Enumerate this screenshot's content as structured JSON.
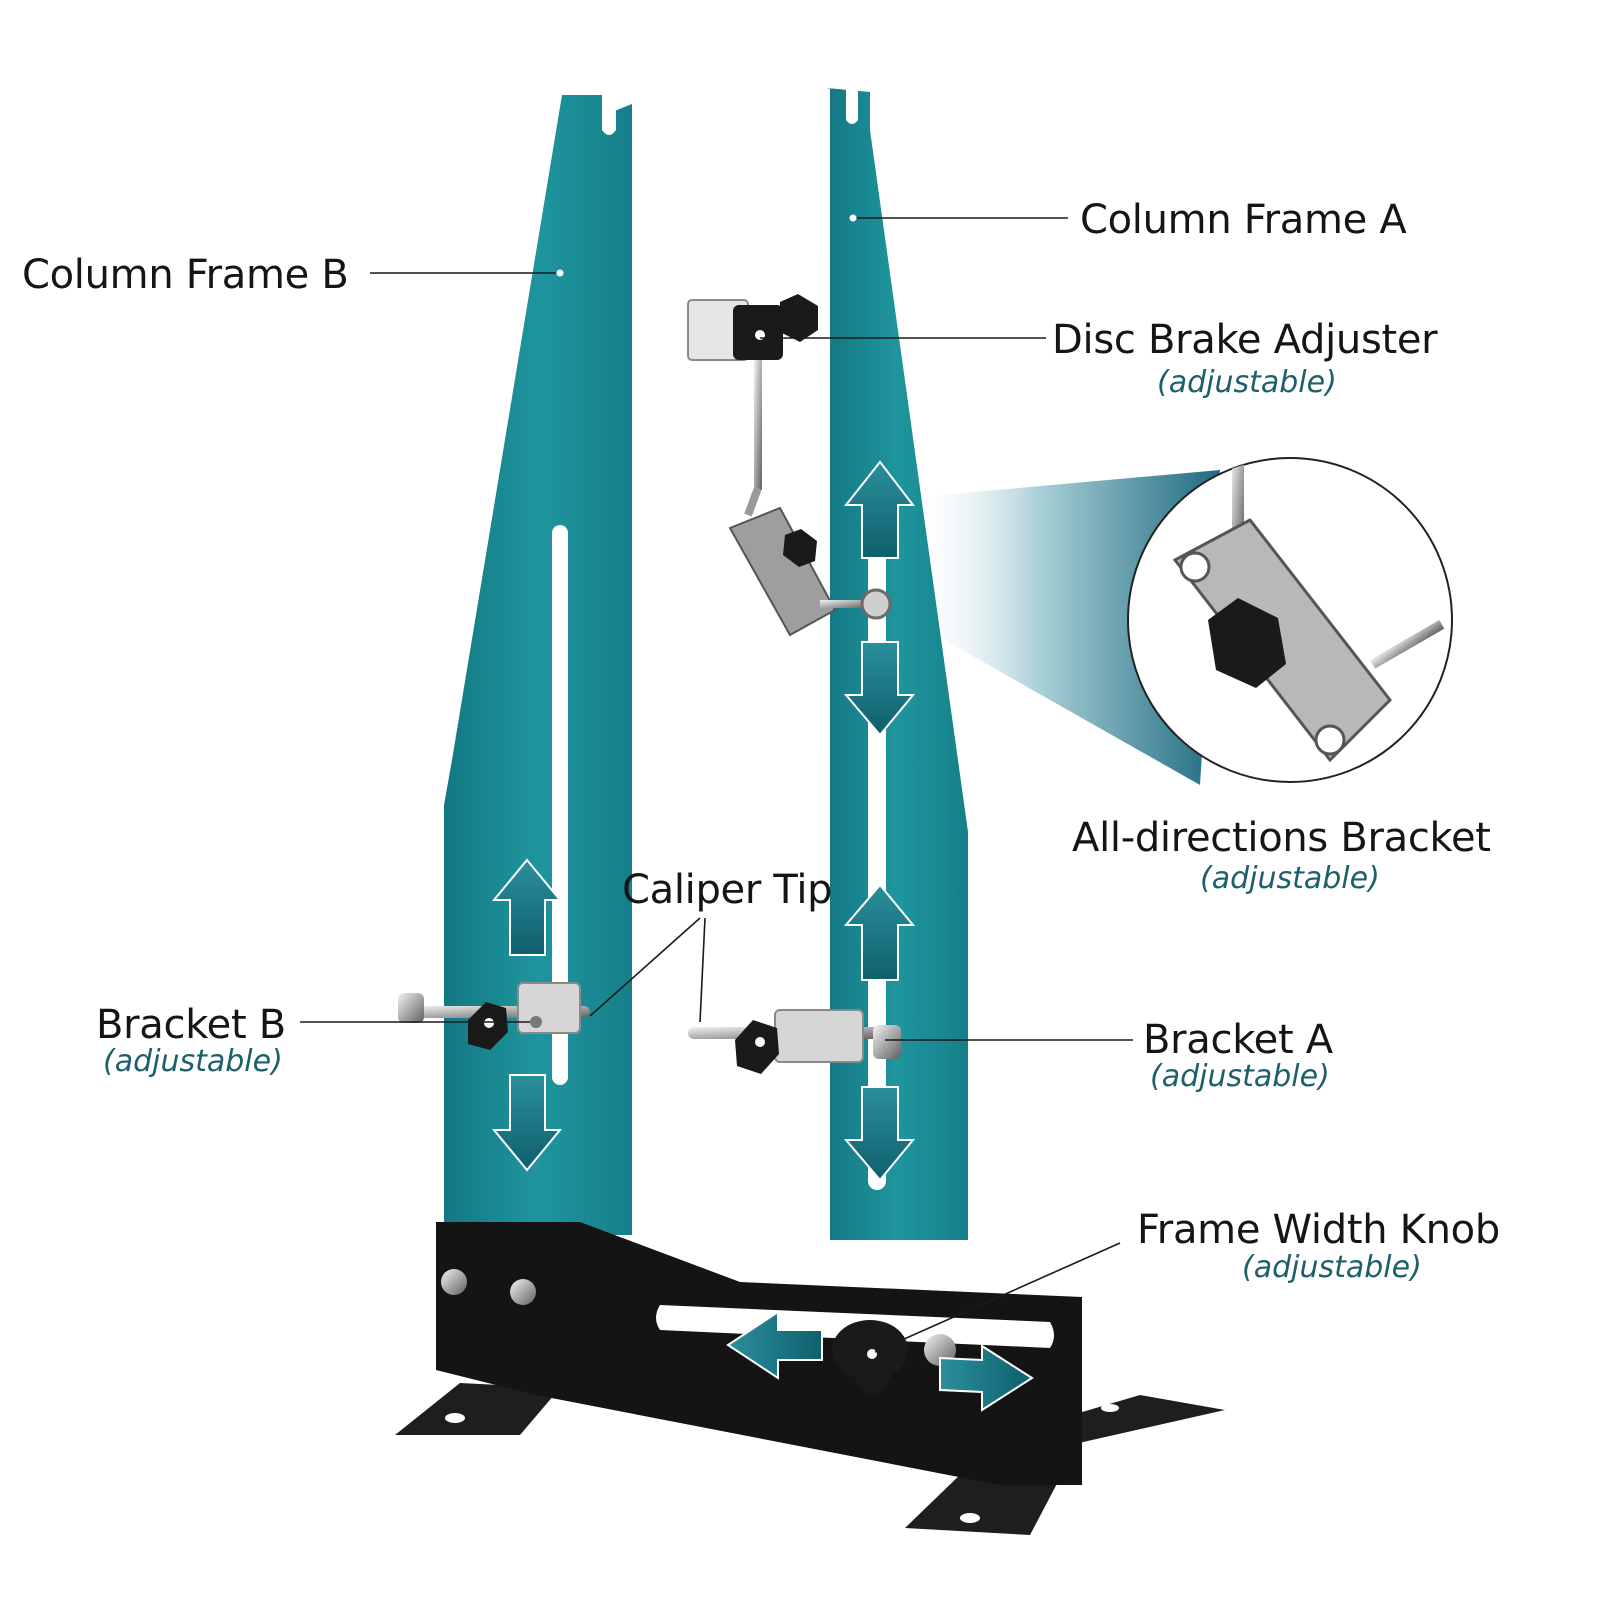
{
  "colors": {
    "frame": "#1f8e97",
    "base": "#141414",
    "arrow": "#1f7f8c",
    "accent_text": "#1d5f6a",
    "label_text": "#151515"
  },
  "labels": {
    "column_frame_b": "Column Frame B",
    "column_frame_a": "Column Frame A",
    "disc_brake_adjuster": "Disc Brake Adjuster",
    "all_directions_bracket": "All-directions Bracket",
    "caliper_tip": "Caliper Tip",
    "bracket_b": "Bracket B",
    "bracket_a": "Bracket A",
    "frame_width_knob": "Frame Width Knob",
    "adjustable": "(adjustable)"
  },
  "icons": [
    "up-arrow-icon",
    "down-arrow-icon",
    "left-arrow-icon",
    "right-arrow-icon",
    "knob-icon",
    "bolt-icon"
  ]
}
